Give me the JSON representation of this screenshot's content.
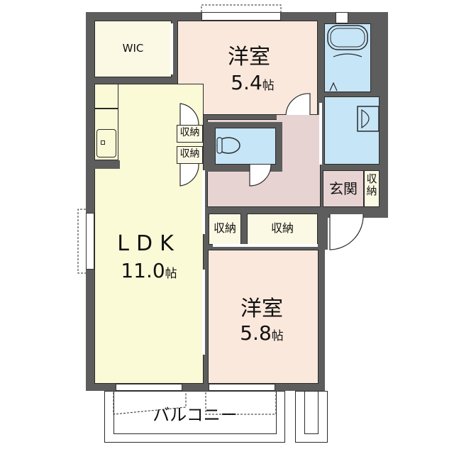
{
  "floorplan": {
    "rooms": {
      "wic": {
        "label": "WIC",
        "color": "#fbf9e3"
      },
      "bedroom_north": {
        "name": "洋室",
        "size": "5.4",
        "unit": "帖",
        "color": "#fbe8dc"
      },
      "ldk": {
        "name": "LDK",
        "size": "11.0",
        "unit": "帖",
        "color": "#fafad7"
      },
      "bedroom_south": {
        "name": "洋室",
        "size": "5.8",
        "unit": "帖",
        "color": "#fbe8dc"
      },
      "entrance": {
        "name": "玄関",
        "color": "#e8d3d3"
      },
      "hallway": {
        "color": "#e8d3d3"
      },
      "toilet": {
        "color": "#c6e5f7"
      },
      "bath": {
        "color": "#c6e5f7"
      },
      "washroom": {
        "color": "#c6e5f7"
      },
      "balcony": {
        "name": "バルコニー",
        "color": "#ffffff"
      }
    },
    "storage": {
      "label": "収納",
      "items": [
        {
          "id": "closet-upper",
          "label": "収納"
        },
        {
          "id": "closet-lower",
          "label": "収納"
        },
        {
          "id": "closet-hall-small",
          "label": "収納"
        },
        {
          "id": "closet-hall-large",
          "label": "収納"
        },
        {
          "id": "closet-entrance",
          "label": "収納"
        }
      ]
    },
    "colors": {
      "wall": "#5d5d5d",
      "line": "#2a2a2a"
    }
  }
}
